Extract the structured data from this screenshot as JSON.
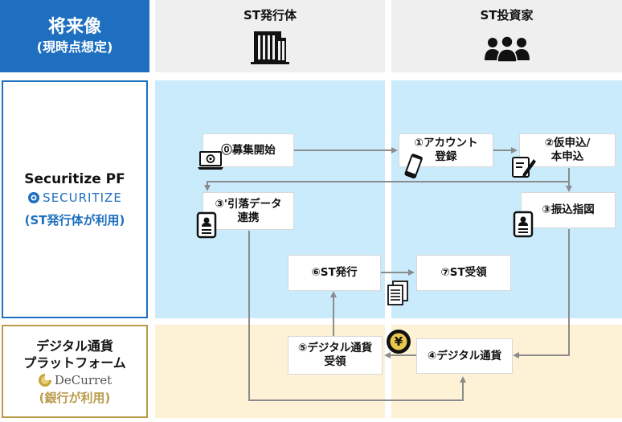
{
  "header": {
    "title": "将来像",
    "subtitle": "(現時点想定)",
    "columns": [
      "ST発行体",
      "ST投資家"
    ]
  },
  "rows": {
    "securitize": {
      "title": "Securitize PF",
      "logo": "SECURITIZE",
      "note": "(ST発行体が利用)"
    },
    "decurret": {
      "title_line1": "デジタル通貨",
      "title_line2": "プラットフォーム",
      "logo": "DeCurret",
      "note": "(銀行が利用)"
    }
  },
  "steps": {
    "s0": "⓪募集開始",
    "s1": "①アカウント\n登録",
    "s2": "②仮申込/\n本申込",
    "s3a": "③'引落データ\n連携",
    "s3b": "③振込指図",
    "s4": "④デジタル通貨",
    "s5": "⑤デジタル通貨\n受領",
    "s6": "⑥ST発行",
    "s7": "⑦ST受領"
  },
  "yen_symbol": "¥",
  "colors": {
    "header_blue": "#1e6fbf",
    "label_blue": "#1e6fbf",
    "gold": "#b99a4a",
    "band_blue": "#c9ebfc",
    "band_cream": "#fdf2d5",
    "arrow": "#8c8c8c"
  }
}
